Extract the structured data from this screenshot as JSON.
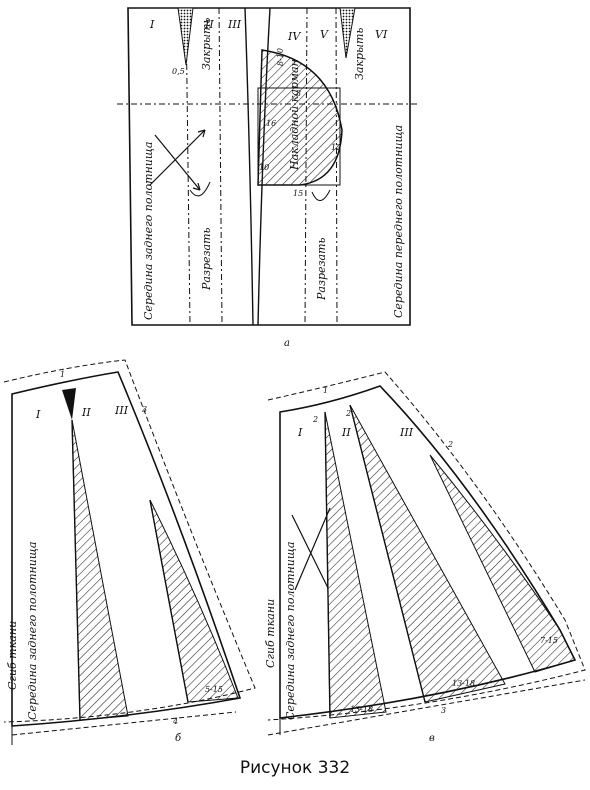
{
  "figure": {
    "caption": "Рисунок 332",
    "panel_a": {
      "sublabel": "а",
      "panels": [
        "I",
        "II",
        "III",
        "IV",
        "V",
        "VI"
      ],
      "close_left": "Закрыть",
      "close_right": "Закрыть",
      "close_left_value": "0,5",
      "pocket_top": "8-10",
      "pocket_text": "Накладной карман",
      "pocket_nums": [
        "3",
        "16",
        "12",
        "10",
        "15"
      ],
      "cut_left": "Разрезать",
      "cut_right": "Разрезать",
      "mid_back": "Середина заднего полотнища",
      "mid_front": "Середина переднего полотнища"
    },
    "panel_b": {
      "sublabel": "б",
      "panels": [
        "I",
        "II",
        "III"
      ],
      "nums": [
        "1",
        "3",
        "4"
      ],
      "flare": "5-15",
      "fold": "Сгиб ткани",
      "mid_back": "Середина заднего полотнища"
    },
    "panel_v": {
      "sublabel": "в",
      "panels": [
        "I",
        "II",
        "III"
      ],
      "nums": [
        "1",
        "2",
        "2",
        "2",
        "3"
      ],
      "flares": [
        "13-18",
        "13-18",
        "7-15"
      ],
      "fold": "Сгиб ткани",
      "mid_back": "Середина заднего полотнища"
    }
  }
}
